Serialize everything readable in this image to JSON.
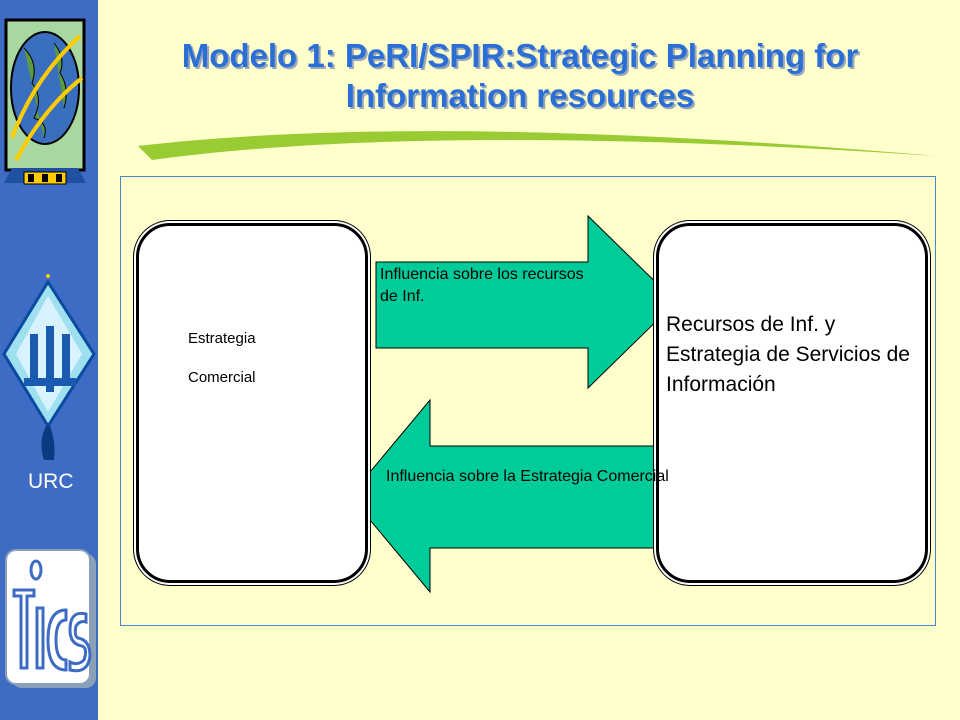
{
  "sidebar": {
    "urc_label": "URC"
  },
  "title": {
    "line1": "Modelo 1: PeRI/SPIR:Strategic Planning for",
    "line2": "Information resources"
  },
  "diagram": {
    "left_box": {
      "line1": "Estrategia",
      "line2": "Comercial"
    },
    "right_box": {
      "text": "Recursos de Inf. y Estrategia de Servicios de Información"
    },
    "arrow_top": {
      "text": "Influencia sobre los recursos de Inf."
    },
    "arrow_bottom": {
      "text": "Influencia sobre la Estrategia Comercial"
    }
  },
  "colors": {
    "background": "#ffffcc",
    "sidebar": "#3e6cc5",
    "title": "#2b6fd6",
    "arrow_fill": "#00cc99",
    "frame_border": "#4a86c8",
    "swoosh": "#99cc33"
  }
}
